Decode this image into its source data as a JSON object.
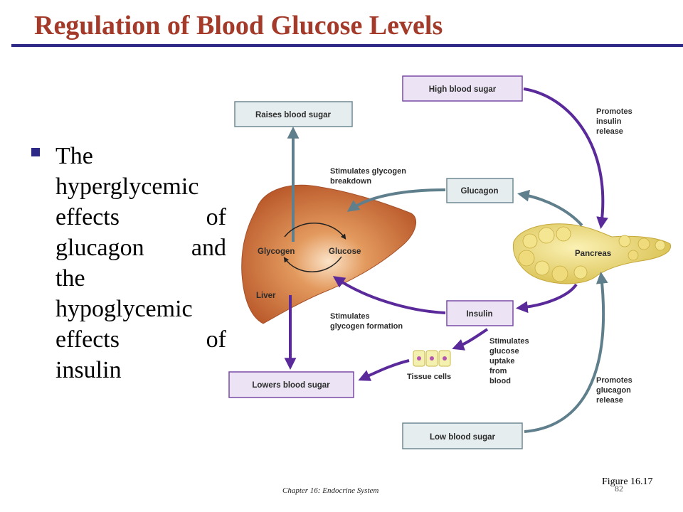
{
  "title": "Regulation of Blood Glucose Levels",
  "bullet": {
    "lines": [
      "The",
      "hyperglycemic",
      "effects of",
      "glucagon and",
      "the",
      "hypoglycemic",
      "effects of",
      "insulin"
    ]
  },
  "diagram": {
    "boxes": {
      "high_blood_sugar": "High blood sugar",
      "raises_blood_sugar": "Raises blood sugar",
      "glucagon": "Glucagon",
      "insulin": "Insulin",
      "lowers_blood_sugar": "Lowers blood sugar",
      "low_blood_sugar": "Low blood sugar"
    },
    "labels": {
      "promotes_insulin_release": [
        "Promotes",
        "insulin",
        "release"
      ],
      "stimulates_glycogen_breakdown": [
        "Stimulates glycogen",
        "breakdown"
      ],
      "glycogen": "Glycogen",
      "glucose": "Glucose",
      "liver": "Liver",
      "pancreas": "Pancreas",
      "stimulates_glycogen_formation": [
        "Stimulates",
        "glycogen formation"
      ],
      "stimulates_glucose_uptake": [
        "Stimulates",
        "glucose",
        "uptake",
        "from",
        "blood"
      ],
      "tissue_cells": "Tissue cells",
      "promotes_glucagon_release": [
        "Promotes",
        "glucagon",
        "release"
      ]
    },
    "colors": {
      "purple_arrow": "#5b2a9a",
      "gray_arrow": "#5f7f8c",
      "liver": "#c9682f",
      "pancreas": "#e8d470",
      "purple_box_fill": "#ece4f4",
      "purple_box_border": "#7a4aa6",
      "gray_box_fill": "#e6edef",
      "gray_box_border": "#6f8a94"
    }
  },
  "footer": {
    "chapter": "Chapter 16: Endocrine System",
    "page_number": "82",
    "figure": "Figure 16.17"
  }
}
